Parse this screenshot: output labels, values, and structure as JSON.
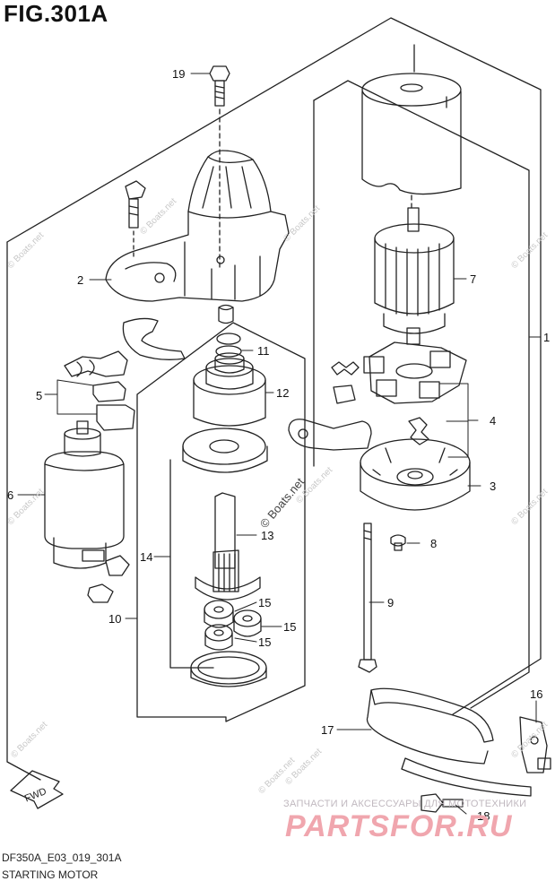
{
  "figure": {
    "title": "FIG.301A",
    "code": "DF350A_E03_019_301A",
    "subtitle": "STARTING MOTOR"
  },
  "watermark": "© Boats.net",
  "shop": {
    "note": "ЗАПЧАСТИ И АКСЕССУАРЫ ДЛЯ МОТОТЕХНИКИ",
    "url": "PARTSFOR.RU"
  },
  "fwd_label": "FWD",
  "callouts": {
    "c1": "1",
    "c2": "2",
    "c3": "3",
    "c4": "4",
    "c5": "5",
    "c6": "6",
    "c7": "7",
    "c8": "8",
    "c9": "9",
    "c10": "10",
    "c11": "11",
    "c12": "12",
    "c13": "13",
    "c14": "14",
    "c15a": "15",
    "c15b": "15",
    "c15c": "15",
    "c16": "16",
    "c17": "17",
    "c18": "18",
    "c19": "19"
  },
  "colors": {
    "line": "#222222",
    "watermark": "#c8c8c8",
    "shop_text": "#f0a6ae"
  }
}
